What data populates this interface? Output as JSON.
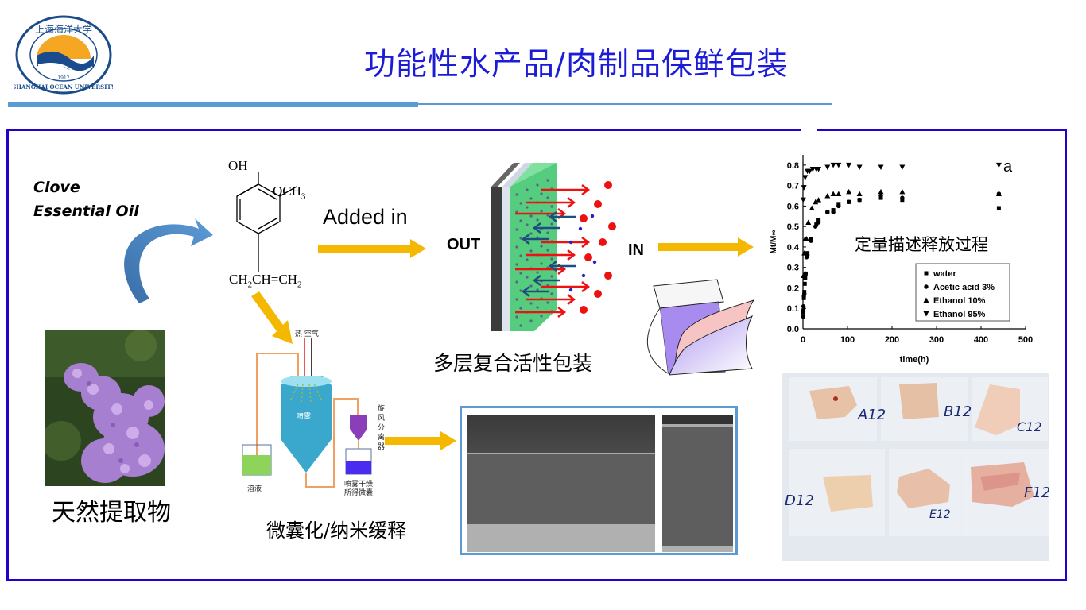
{
  "header": {
    "title": "功能性水产品/肉制品保鲜包装",
    "logo": {
      "name_cn": "上海海洋大学",
      "name_en": "SHANGHAI OCEAN UNIVERSITY",
      "year": "1912"
    }
  },
  "colors": {
    "title": "#1c1cd6",
    "frame": "#2400cc",
    "accent_bar": "#5b9bd5",
    "yellow_arrow": "#f5b800",
    "blue_arrow": "#4a7fc1",
    "release_red": "#ee1111",
    "inflow_blue": "#1e4e7c"
  },
  "extract": {
    "source_label_line1": "Clove",
    "source_label_line2": "Essential Oil",
    "caption": "天然提取物",
    "photo_desc": "lilac-flowers-photo"
  },
  "molecule": {
    "top_group": "OH",
    "side_group": "OCH",
    "side_sub": "3",
    "chain_part1": "CH",
    "chain_sub1": "2",
    "chain_part2": "CH=CH",
    "chain_sub2": "2"
  },
  "flow": {
    "added_in": "Added in",
    "out_label": "OUT",
    "in_label": "IN"
  },
  "packaging": {
    "caption": "多层复合活性包装"
  },
  "spray_dryer": {
    "hot_air": "热 空气",
    "chamber": "喷雾",
    "solution": "溶液",
    "cyclone": [
      "旋",
      "风",
      "分",
      "离",
      "器"
    ],
    "product_line1": "喷雾干燥",
    "product_line2": "所得微囊",
    "caption": "微囊化/纳米缓释"
  },
  "sem": {
    "desc": "SEM cross-section images of film"
  },
  "samples": {
    "labels": [
      "A12",
      "B12",
      "C12",
      "D12",
      "E12",
      "F12"
    ]
  },
  "chart_data": {
    "type": "scatter",
    "title": "",
    "annotation": "定量描述释放过程",
    "panel_label": "a",
    "xlabel": "time(h)",
    "ylabel": "Mt/M∞",
    "xlim": [
      0,
      500
    ],
    "ylim": [
      0,
      0.85
    ],
    "xticks": [
      0,
      100,
      200,
      300,
      400,
      500
    ],
    "yticks": [
      0.0,
      0.1,
      0.2,
      0.3,
      0.4,
      0.5,
      0.6,
      0.7,
      0.8
    ],
    "ytick_labels": [
      "0.0",
      "0.1",
      "0.2",
      "0.3",
      "0.4",
      "0.5",
      "0.6",
      "0.7",
      "0.8"
    ],
    "grid": false,
    "legend_position": "bottom-right",
    "series": [
      {
        "name": "water",
        "marker": "square",
        "x": [
          0.5,
          1,
          2,
          3,
          4,
          5,
          6,
          8,
          10,
          18,
          30,
          35,
          55,
          68,
          80,
          103,
          127,
          175,
          223,
          440
        ],
        "y": [
          0.08,
          0.09,
          0.15,
          0.18,
          0.22,
          0.25,
          0.27,
          0.36,
          0.37,
          0.44,
          0.51,
          0.53,
          0.57,
          0.58,
          0.61,
          0.62,
          0.63,
          0.64,
          0.63,
          0.59
        ]
      },
      {
        "name": "Acetic acid 3%",
        "marker": "circle",
        "x": [
          0.5,
          1,
          2,
          3,
          4,
          5,
          6,
          8,
          10,
          18,
          28,
          35,
          55,
          68,
          80,
          103,
          127,
          175,
          223,
          440
        ],
        "y": [
          0.06,
          0.11,
          0.16,
          0.17,
          0.25,
          0.26,
          0.27,
          0.35,
          0.36,
          0.43,
          0.5,
          0.52,
          0.57,
          0.57,
          0.6,
          0.62,
          0.63,
          0.65,
          0.64,
          0.66
        ]
      },
      {
        "name": "Ethanol 10%",
        "marker": "triangle-up",
        "x": [
          1,
          3,
          5,
          8,
          12,
          20,
          28,
          35,
          55,
          68,
          80,
          103,
          127,
          175,
          223,
          440
        ],
        "y": [
          0.26,
          0.37,
          0.44,
          0.44,
          0.52,
          0.59,
          0.62,
          0.63,
          0.65,
          0.66,
          0.66,
          0.67,
          0.66,
          0.67,
          0.67,
          0.66
        ]
      },
      {
        "name": "Ethanol 95%",
        "marker": "triangle-down",
        "x": [
          0.5,
          2,
          5,
          10,
          15,
          22,
          30,
          35,
          55,
          68,
          80,
          103,
          127,
          175,
          223,
          440
        ],
        "y": [
          0.63,
          0.69,
          0.74,
          0.77,
          0.77,
          0.78,
          0.78,
          0.78,
          0.79,
          0.8,
          0.8,
          0.8,
          0.79,
          0.79,
          0.79,
          0.8
        ]
      }
    ]
  }
}
